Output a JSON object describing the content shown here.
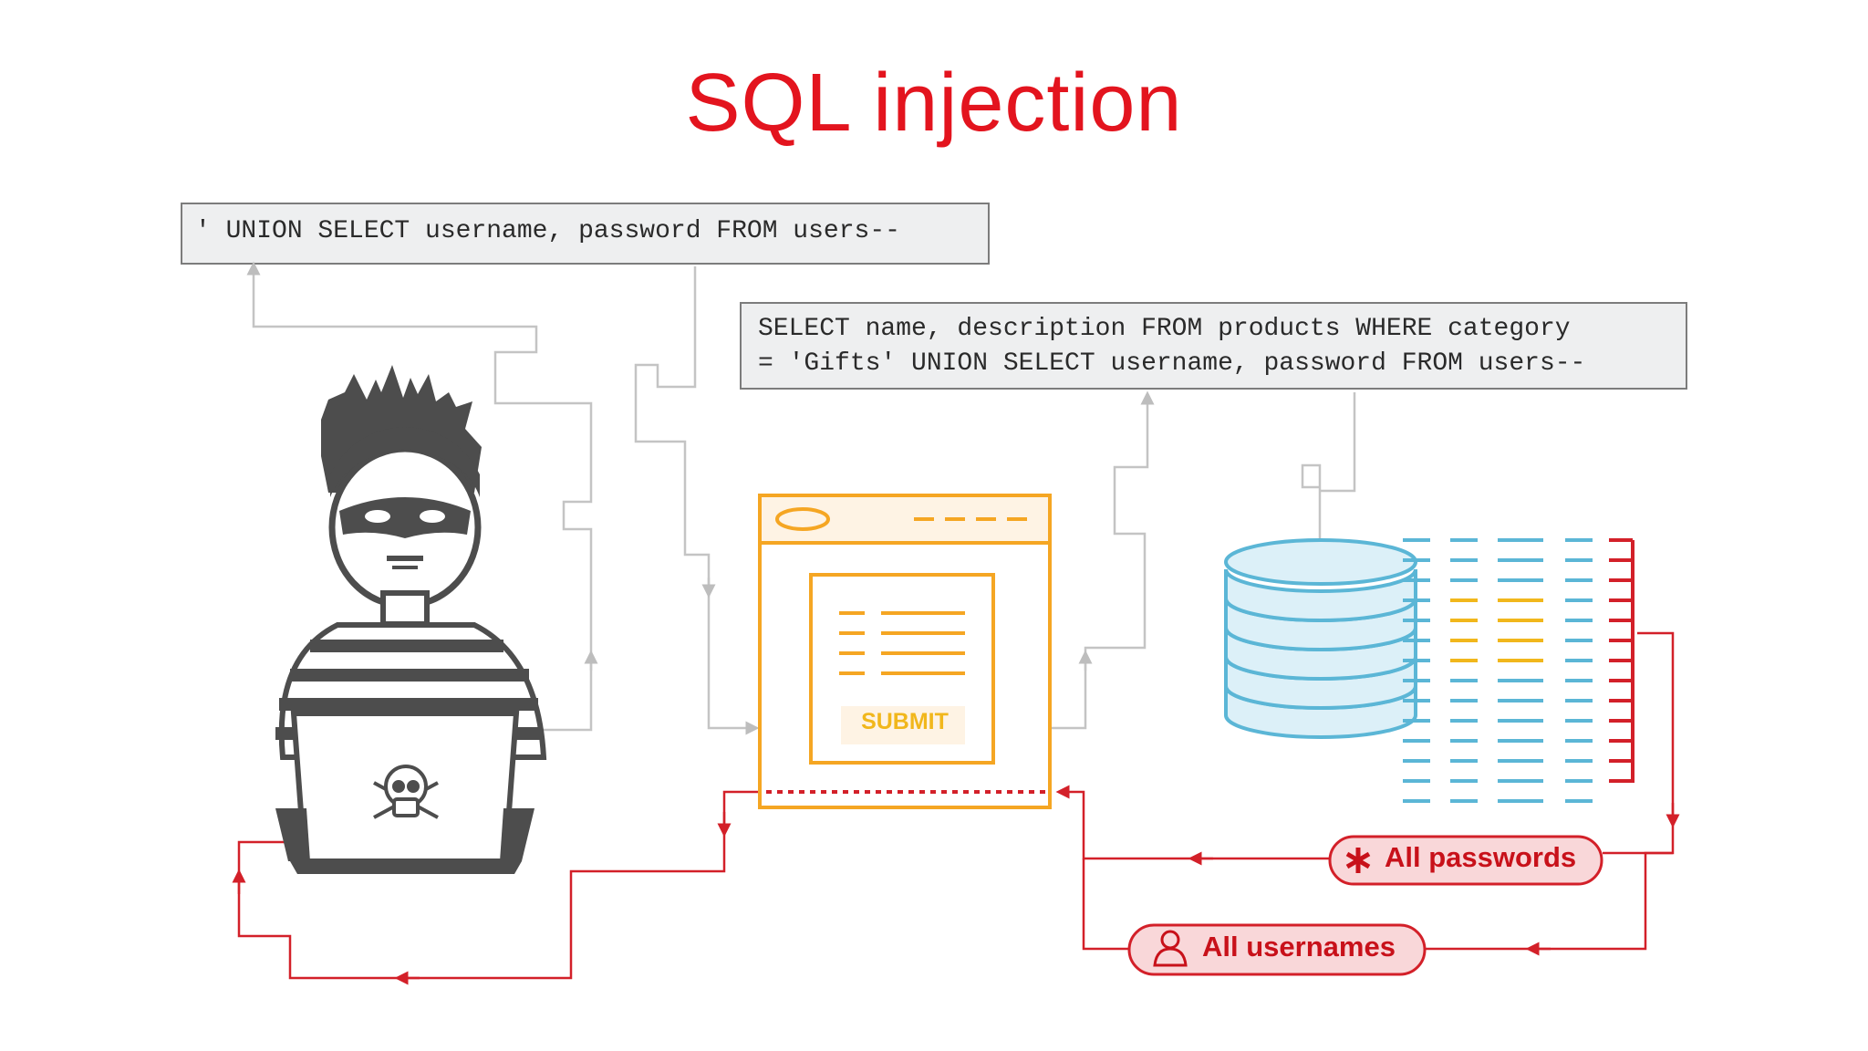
{
  "title": "SQL injection",
  "payload_box": {
    "text": "' UNION SELECT username, password FROM users--"
  },
  "query_box": {
    "line1": "SELECT name, description FROM products WHERE category",
    "line2": "= 'Gifts' UNION SELECT username, password FROM users--"
  },
  "form": {
    "submit_label": "SUBMIT"
  },
  "results": {
    "passwords_label": "All passwords",
    "usernames_label": "All usernames"
  },
  "icons": {
    "attacker": "hacker-icon",
    "laptop": "laptop-icon",
    "skull": "skull-crossbones-icon",
    "form": "browser-form-icon",
    "database": "database-icon",
    "password": "asterisk-icon",
    "user": "user-icon"
  },
  "colors": {
    "title": "#e3141e",
    "attack_flow": "#bdbdbd",
    "return_flow": "#d32029",
    "form": "#f5a623",
    "database": "#5bb6d6",
    "pill_fill": "#f9d7d9"
  }
}
